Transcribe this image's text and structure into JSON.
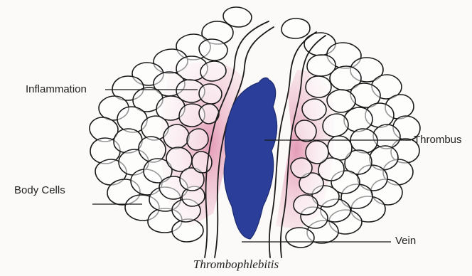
{
  "labels": {
    "inflammation": "Inflammation",
    "body_cells": "Body Cells",
    "thrombus": "Thrombus",
    "vein": "Vein"
  },
  "caption": "Thrombophlebitis",
  "colors": {
    "background": "#fbfaf8",
    "cell_outline": "#1a1a1a",
    "cell_fill": "#ffffff",
    "inflammation_pink": "#e8a6be",
    "thrombus_blue": "#2b3f9a",
    "leader_line": "#1a1a1a"
  }
}
